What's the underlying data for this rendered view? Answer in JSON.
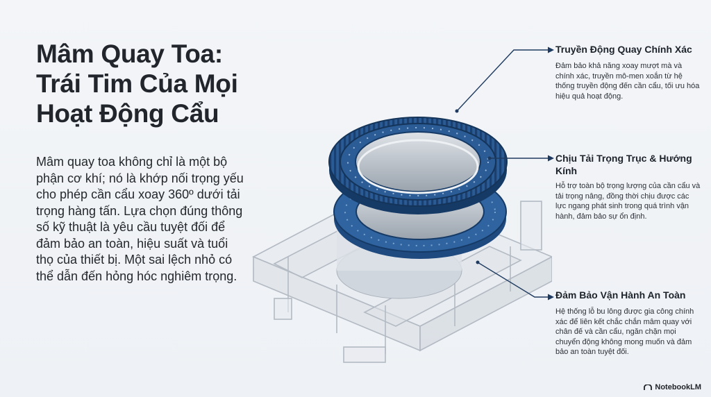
{
  "title_lines": [
    "Mâm Quay Toa:",
    "Trái Tim Của Mọi",
    "Hoạt Động Cẩu"
  ],
  "body": "Mâm quay toa không chỉ là một bộ phận cơ khí; nó là khớp nối trọng yếu cho phép cần cẩu xoay 360º dưới tải trọng hàng tấn. Lựa chọn đúng thông số kỹ thuật là yêu cầu tuyệt đối để đảm bảo an toàn, hiệu suất và tuổi thọ của thiết bị. Một sai lệch nhỏ có thể dẫn đến hỏng hóc nghiêm trọng.",
  "callouts": [
    {
      "heading": "Truyền Động Quay Chính Xác",
      "text": "Đảm bảo khả năng xoay mượt mà và chính xác, truyền mô-men xoắn từ hệ thống truyền động đến cần cẩu, tối ưu hóa hiệu quả hoạt động."
    },
    {
      "heading": "Chịu Tải Trọng Trục & Hướng Kính",
      "text": "Hỗ trợ toàn bộ trọng lượng của cần cẩu và tải trọng nâng, đồng thời chịu được các lực ngang phát sinh trong quá trình vận hành, đảm bảo sự ổn định."
    },
    {
      "heading": "Đảm Bảo Vận Hành An Toàn",
      "text": "Hệ thống lỗ bu lông được gia công chính xác để liên kết chắc chắn mâm quay với chân đế và cần cẩu, ngăn chặn mọi chuyển động không mong muốn và đảm bảo an toàn tuyệt đối."
    }
  ],
  "brand": "NotebookLM",
  "colors": {
    "ring_blue": "#2a5b94",
    "ring_dark": "#1b3f6e",
    "leader": "#1e3a5f",
    "frame": "#b9bfc7"
  },
  "icons": [
    "notebooklm-logo-icon"
  ]
}
